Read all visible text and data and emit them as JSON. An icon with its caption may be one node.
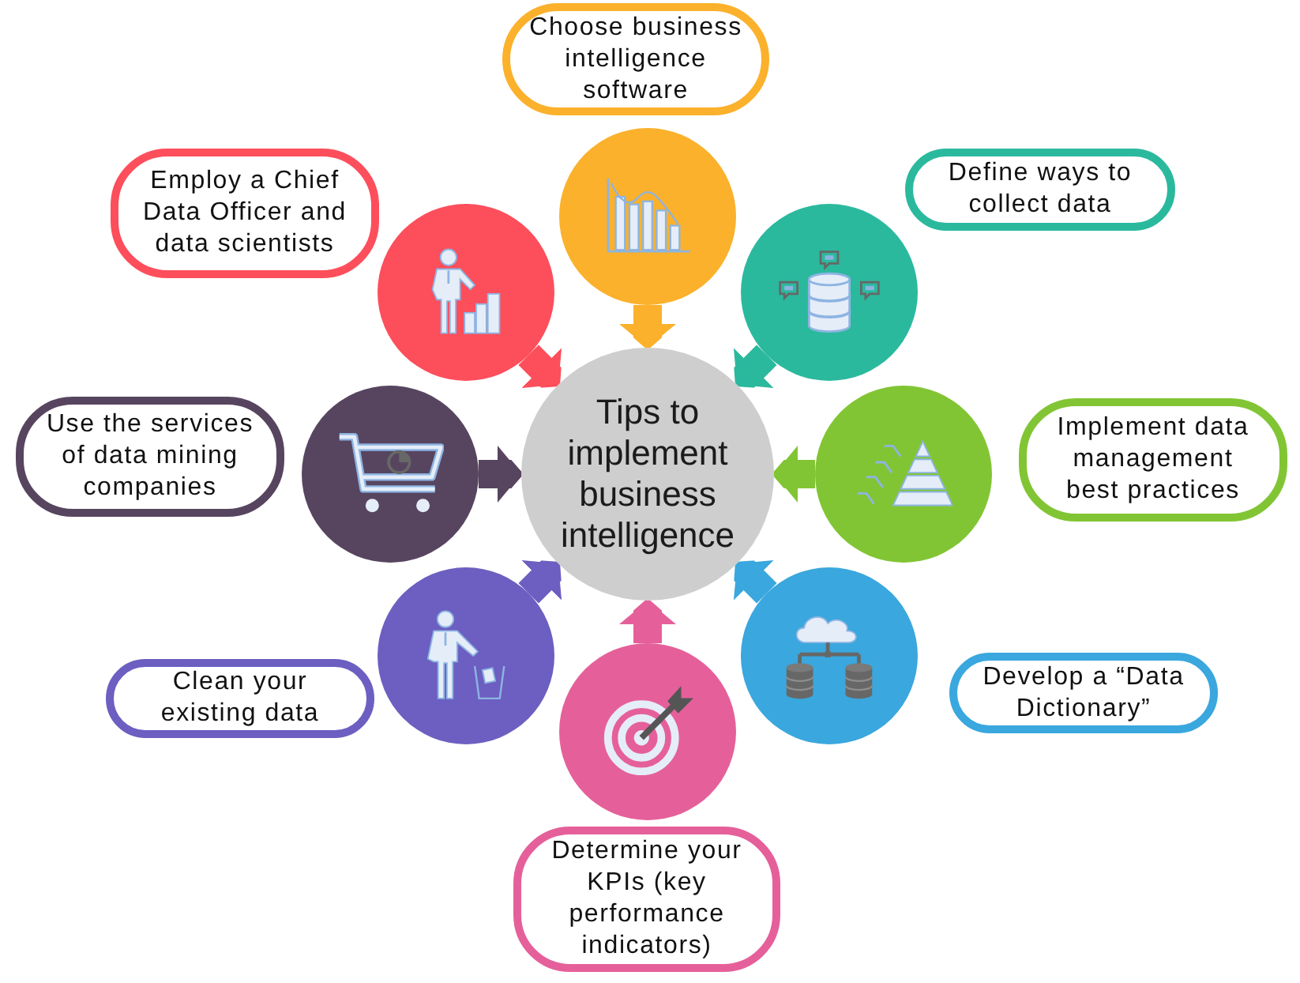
{
  "diagram": {
    "nodes": [
      {
        "text": [
          "Tips to implement business intelligence"
        ]
      },
      {
        "text": [
          "Choose business intelligence software"
        ]
      },
      {
        "text": [],
        "shape": "circle"
      },
      {
        "text": [
          "Define ways to collect data"
        ]
      },
      {
        "text": [],
        "shape": "circle"
      },
      {
        "text": [
          "Implement data management best practices"
        ]
      },
      {
        "text": [],
        "shape": "circle"
      },
      {
        "text": [
          "Develop a “Data Dictionary”"
        ]
      },
      {
        "text": [],
        "shape": "circle"
      },
      {
        "text": [
          "Determine your KPIs (key performance indicators)"
        ]
      },
      {
        "text": [],
        "shape": "circle"
      },
      {
        "text": [
          "Clean your existing data"
        ]
      },
      {
        "text": [],
        "shape": "circle"
      },
      {
        "text": [
          "Use the services of data mining companies"
        ]
      },
      {
        "text": [],
        "shape": "circle"
      },
      {
        "text": [
          "Employ a Chief Data Officer and data scientists"
        ]
      },
      {
        "text": [],
        "shape": "circle"
      }
    ],
    "edges": [
      {
        "from": 2,
        "to": 0,
        "arrow": "to",
        "color": "#fbb12b"
      },
      {
        "from": 4,
        "to": 0,
        "arrow": "to",
        "color": "#2bb99e"
      },
      {
        "from": 6,
        "to": 0,
        "arrow": "to",
        "color": "#82c534"
      },
      {
        "from": 8,
        "to": 0,
        "arrow": "to",
        "color": "#3aa7de"
      },
      {
        "from": 10,
        "to": 0,
        "arrow": "to",
        "color": "#e5609a"
      },
      {
        "from": 12,
        "to": 0,
        "arrow": "to",
        "color": "#6c5fc1"
      },
      {
        "from": 14,
        "to": 0,
        "arrow": "to",
        "color": "#574560"
      },
      {
        "from": 16,
        "to": 0,
        "arrow": "to",
        "color": "#fd4e5b"
      }
    ]
  }
}
